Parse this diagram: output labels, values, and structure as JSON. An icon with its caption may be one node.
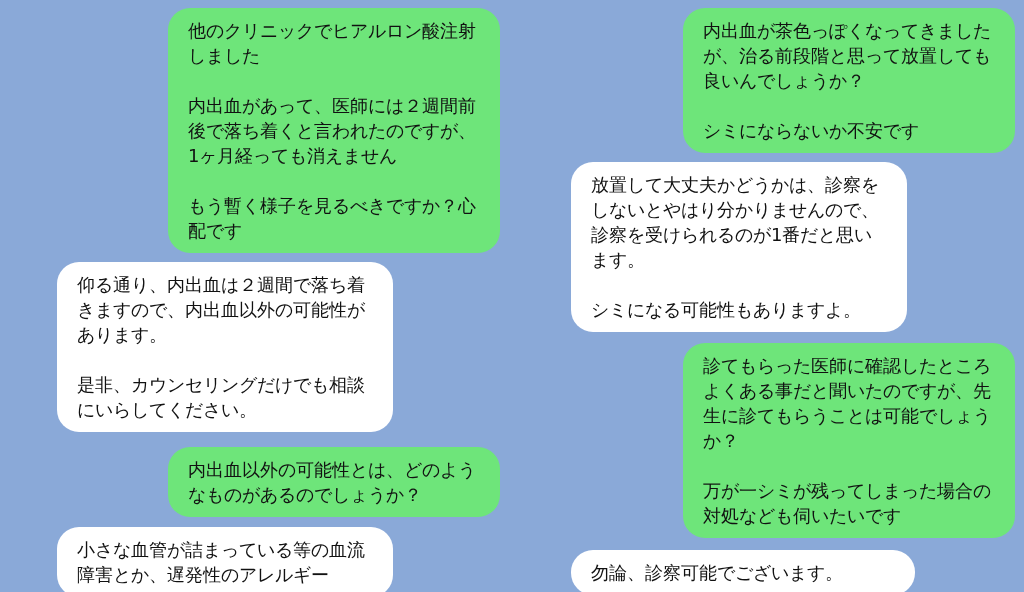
{
  "diagram": {
    "nodes": [
      {
        "text": [
          "他のクリニックでヒアルロン酸注射しました",
          "内出血があって、医師には２週間前後で落ち着くと言われたのですが、1ヶ月経っても消えません",
          "もう暫く様子を見るべきですか？心配です"
        ]
      },
      {
        "text": [
          "仰る通り、内出血は２週間で落ち着きますので、内出血以外の可能性があります。",
          "是非、カウンセリングだけでも相談にいらしてください。"
        ]
      },
      {
        "text": [
          "内出血以外の可能性とは、どのようなものがあるのでしょうか？"
        ]
      },
      {
        "text": [
          "小さな血管が詰まっている等の血流障害とか、遅発性のアレルギー"
        ]
      },
      {
        "text": [
          "内出血が茶色っぽくなってきましたが、治る前段階と思って放置しても良いんでしょうか？",
          "シミにならないか不安です"
        ]
      },
      {
        "text": [
          "放置して大丈夫かどうかは、診察をしないとやはり分かりませんので、診察を受けられるのが1番だと思います。",
          "シミになる可能性もありますよ。"
        ]
      },
      {
        "text": [
          "診てもらった医師に確認したところよくある事だと聞いたのですが、先生に診てもらうことは可能でしょうか？",
          "万が一シミが残ってしまった場合の対処なども伺いたいです"
        ]
      },
      {
        "text": [
          "勿論、診察可能でございます。"
        ]
      }
    ]
  }
}
